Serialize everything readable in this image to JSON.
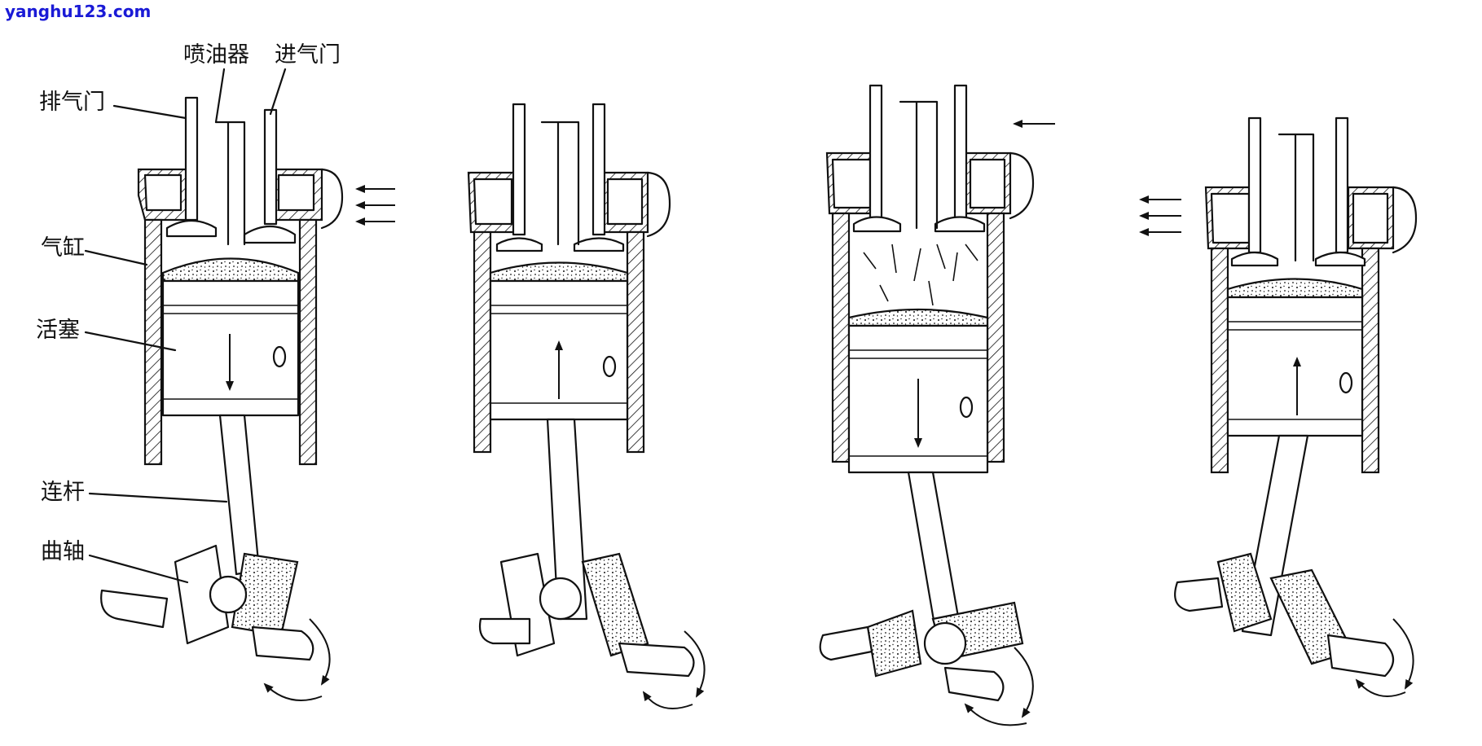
{
  "watermark": "yanghu123.com",
  "labels": {
    "injector": "喷油器",
    "intake_valve": "进气门",
    "exhaust_valve": "排气门",
    "cylinder": "气缸",
    "piston": "活塞",
    "connecting_rod": "连杆",
    "crankshaft": "曲轴"
  },
  "stages": [
    {
      "name": "stage-1",
      "piston_motion": "down",
      "gas_flow": "in"
    },
    {
      "name": "stage-2",
      "piston_motion": "up",
      "gas_flow": "none"
    },
    {
      "name": "stage-3",
      "piston_motion": "down",
      "gas_flow": "in-top"
    },
    {
      "name": "stage-4",
      "piston_motion": "up",
      "gas_flow": "out"
    }
  ],
  "colors": {
    "line": "#111111",
    "watermark": "#1a1ad6",
    "background": "#ffffff"
  }
}
